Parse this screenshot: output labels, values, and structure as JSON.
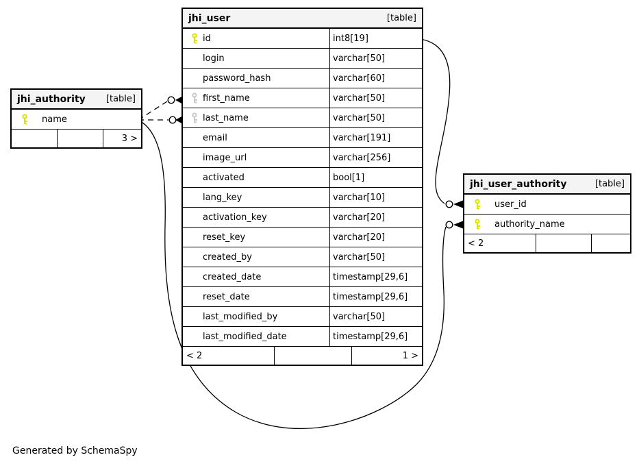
{
  "diagram": {
    "generated_note": "Generated by SchemaSpy",
    "colors": {
      "primary_key_icon": "#e0e000",
      "index_key_icon": "#c9c9c9",
      "header_bg": "#f4f4f4",
      "line": "#000000"
    },
    "tables": [
      {
        "id": "jhi_authority",
        "title": "jhi_authority",
        "badge": "[table]",
        "columns": [
          {
            "name": "name",
            "type": "",
            "key": "primary"
          }
        ],
        "footer": [
          "",
          "",
          "3 >"
        ]
      },
      {
        "id": "jhi_user",
        "title": "jhi_user",
        "badge": "[table]",
        "columns": [
          {
            "name": "id",
            "type": "int8[19]",
            "key": "primary"
          },
          {
            "name": "login",
            "type": "varchar[50]",
            "key": "none"
          },
          {
            "name": "password_hash",
            "type": "varchar[60]",
            "key": "none"
          },
          {
            "name": "first_name",
            "type": "varchar[50]",
            "key": "index"
          },
          {
            "name": "last_name",
            "type": "varchar[50]",
            "key": "index"
          },
          {
            "name": "email",
            "type": "varchar[191]",
            "key": "none"
          },
          {
            "name": "image_url",
            "type": "varchar[256]",
            "key": "none"
          },
          {
            "name": "activated",
            "type": "bool[1]",
            "key": "none"
          },
          {
            "name": "lang_key",
            "type": "varchar[10]",
            "key": "none"
          },
          {
            "name": "activation_key",
            "type": "varchar[20]",
            "key": "none"
          },
          {
            "name": "reset_key",
            "type": "varchar[20]",
            "key": "none"
          },
          {
            "name": "created_by",
            "type": "varchar[50]",
            "key": "none"
          },
          {
            "name": "created_date",
            "type": "timestamp[29,6]",
            "key": "none"
          },
          {
            "name": "reset_date",
            "type": "timestamp[29,6]",
            "key": "none"
          },
          {
            "name": "last_modified_by",
            "type": "varchar[50]",
            "key": "none"
          },
          {
            "name": "last_modified_date",
            "type": "timestamp[29,6]",
            "key": "none"
          }
        ],
        "footer": [
          "< 2",
          "",
          "1 >"
        ]
      },
      {
        "id": "jhi_user_authority",
        "title": "jhi_user_authority",
        "badge": "[table]",
        "columns": [
          {
            "name": "user_id",
            "type": "",
            "key": "primary"
          },
          {
            "name": "authority_name",
            "type": "",
            "key": "primary"
          }
        ],
        "footer": [
          "< 2",
          "",
          ""
        ]
      }
    ],
    "relationships": [
      {
        "parent": "jhi_user.id",
        "child": "jhi_user_authority.user_id",
        "style": "solid"
      },
      {
        "parent": "jhi_authority.name",
        "child": "jhi_user_authority.authority_name",
        "style": "solid"
      },
      {
        "parent": "jhi_authority.name",
        "child": "jhi_user.first_name",
        "style": "dashed"
      },
      {
        "parent": "jhi_authority.name",
        "child": "jhi_user.last_name",
        "style": "dashed"
      }
    ]
  }
}
